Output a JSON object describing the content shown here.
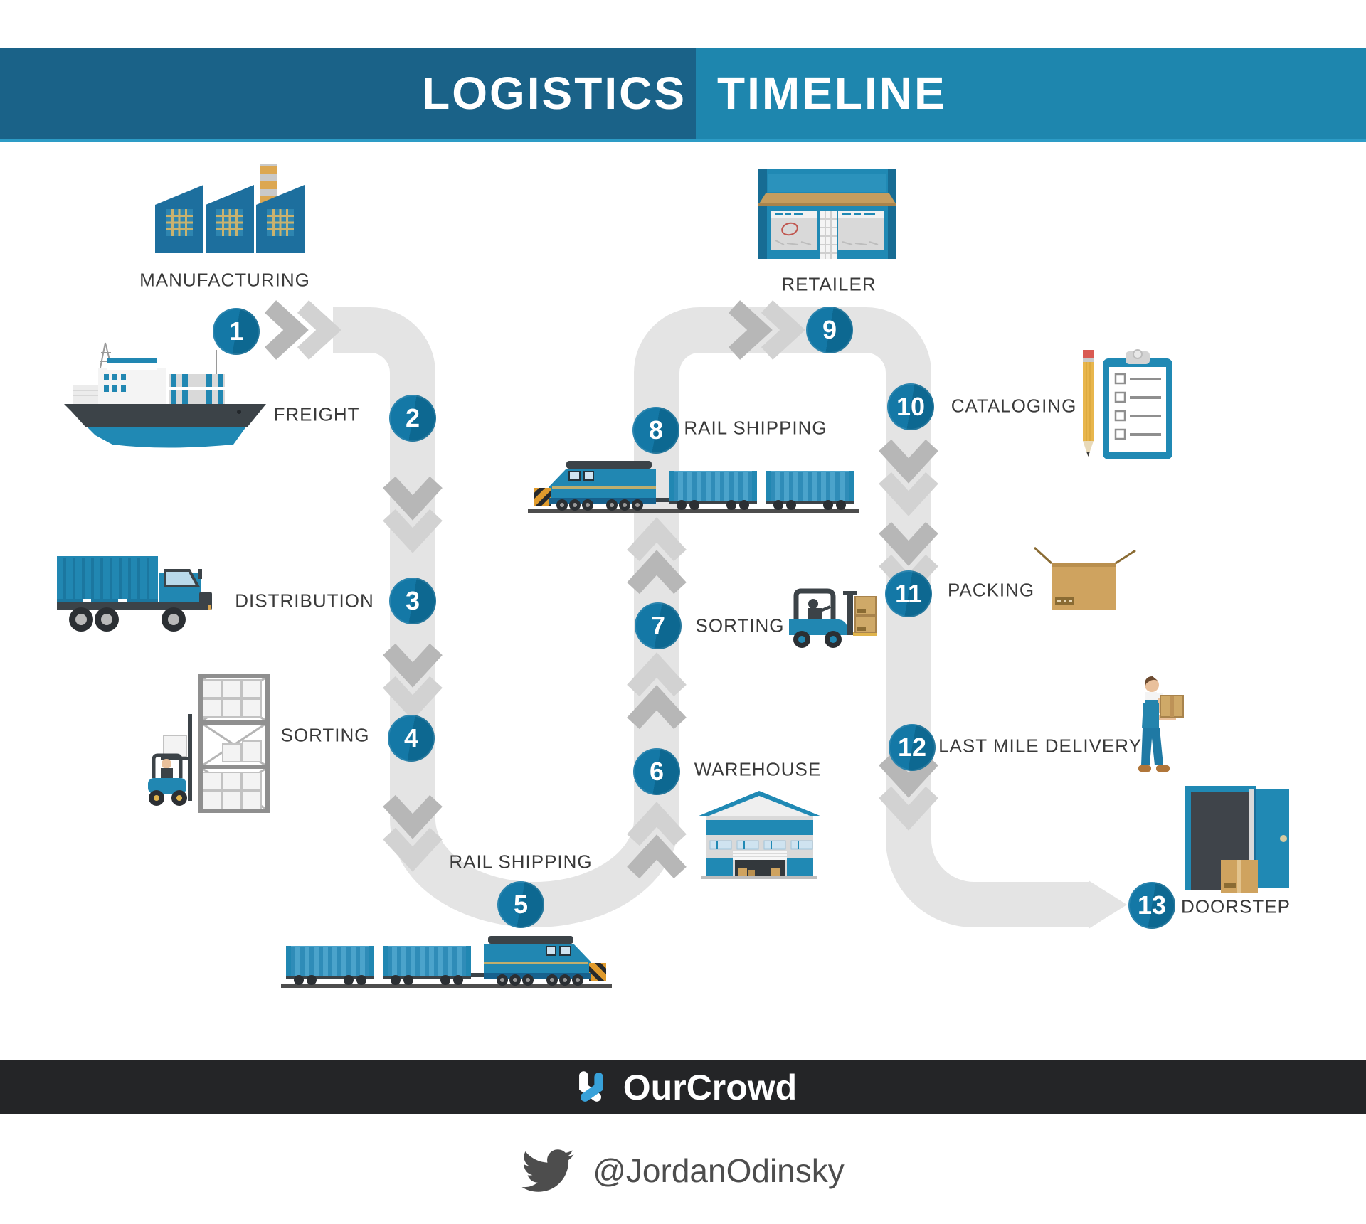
{
  "title": {
    "left": "LOGISTICS",
    "right": "TIMELINE"
  },
  "steps": [
    {
      "num": "1",
      "label": "MANUFACTURING"
    },
    {
      "num": "2",
      "label": "FREIGHT"
    },
    {
      "num": "3",
      "label": "DISTRIBUTION"
    },
    {
      "num": "4",
      "label": "SORTING"
    },
    {
      "num": "5",
      "label": "RAIL SHIPPING"
    },
    {
      "num": "6",
      "label": "WAREHOUSE"
    },
    {
      "num": "7",
      "label": "SORTING"
    },
    {
      "num": "8",
      "label": "RAIL SHIPPING"
    },
    {
      "num": "9",
      "label": "RETAILER"
    },
    {
      "num": "10",
      "label": "CATALOGING"
    },
    {
      "num": "11",
      "label": "PACKING"
    },
    {
      "num": "12",
      "label": "LAST MILE DELIVERY"
    },
    {
      "num": "13",
      "label": "DOORSTEP"
    }
  ],
  "footer": {
    "brand": "OurCrowd",
    "twitter_handle": "@JordanOdinsky"
  },
  "colors": {
    "bar_left": "#1a6288",
    "bar_right": "#1e86ae",
    "bar_underline": "#2d9cc6",
    "badge_a": "#1478a6",
    "badge_b": "#0d6891",
    "path": "#e4e4e4",
    "chevron_dark": "#b7b7b7",
    "chevron_light": "#d2d2d2",
    "accent_blue": "#2187b2",
    "footer_bg": "#242527",
    "logo_blue": "#38a1d9"
  }
}
